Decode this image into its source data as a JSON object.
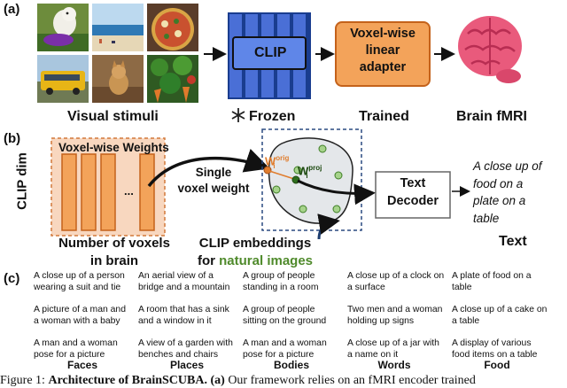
{
  "panels": {
    "a": "(a)",
    "b": "(b)",
    "c": "(c)"
  },
  "panel_a": {
    "stimuli_label": "Visual stimuli",
    "clip_label": "CLIP",
    "frozen_label": "Frozen",
    "adapter_lines": [
      "Voxel-wise",
      "linear",
      "adapter"
    ],
    "trained_label": "Trained",
    "brain_label": "Brain fMRI"
  },
  "panel_b": {
    "clip_dim": "CLIP dim",
    "weights_title": "Voxel-wise Weights",
    "ellipsis": "...",
    "num_voxels_lines": [
      "Number of voxels",
      "in brain"
    ],
    "single_voxel_lines": [
      "Single",
      "voxel weight"
    ],
    "w_orig": "orig",
    "w_proj": "proj",
    "w_letter": "W",
    "w_sub": "i",
    "text_decoder_lines": [
      "Text",
      "Decoder"
    ],
    "output_caption": [
      "A close up of",
      "food on a",
      "plate on a",
      "table"
    ],
    "text_label": "Text",
    "clip_embeddings": "CLIP embeddings",
    "for_prefix": "for ",
    "natural_images": "natural images"
  },
  "panel_c": {
    "columns": [
      {
        "title": "Faces",
        "captions": [
          [
            "A close up of a person",
            "wearing a suit and tie"
          ],
          [
            "A picture of a man and",
            "a woman with a baby"
          ],
          [
            "A man and a woman",
            "pose for a picture"
          ]
        ]
      },
      {
        "title": "Places",
        "captions": [
          [
            "An aerial view of a",
            "bridge and a mountain"
          ],
          [
            "A room that has a sink",
            "and a window in it"
          ],
          [
            "A view of a garden with",
            "benches and chairs"
          ]
        ]
      },
      {
        "title": "Bodies",
        "captions": [
          [
            "A group of people",
            "standing in a room"
          ],
          [
            "A group of people",
            "sitting on the ground"
          ],
          [
            "A man and a woman",
            "pose for a picture"
          ]
        ]
      },
      {
        "title": "Words",
        "captions": [
          [
            "A close up of a clock on",
            "a surface"
          ],
          [
            "Two men and a woman",
            "holding up signs"
          ],
          [
            "A close up of a jar with",
            "a name on it"
          ]
        ]
      },
      {
        "title": "Food",
        "captions": [
          [
            "A plate of food on a",
            "table"
          ],
          [
            "A close up of a cake on",
            "a table"
          ],
          [
            "A display of various",
            "food items on a table"
          ]
        ]
      }
    ]
  },
  "figure_caption": {
    "prefix": "Figure 1: ",
    "title": "Architecture of BrainSCUBA.",
    "panel": "(a)",
    "text": " Our framework relies on an fMRI encoder trained"
  },
  "colors": {
    "orange_fill": "#f3a35a",
    "orange_border": "#c4621b",
    "clip_blue": "#4a6fd6",
    "clip_dark": "#1a3d8f",
    "green_text": "#4f8a2b",
    "brain_pink": "#e95a7c"
  }
}
